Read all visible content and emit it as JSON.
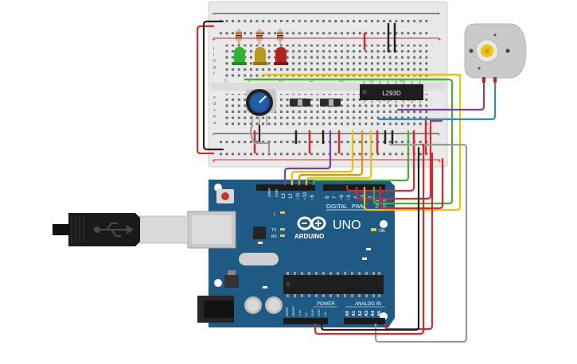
{
  "breadboard": {
    "row_letters_top": [
      "j",
      "i",
      "h",
      "g",
      "f"
    ],
    "row_letters_bottom": [
      "e",
      "d",
      "c",
      "b",
      "a"
    ],
    "column_numbers": [
      "1",
      "5",
      "10",
      "15",
      "20",
      "25",
      "30"
    ],
    "rail_plus": "+",
    "rail_minus": "-"
  },
  "chip": {
    "label": "L293D"
  },
  "arduino": {
    "logo_text": "ARDUINO",
    "model": "UNO",
    "digital_label": "DIGITAL",
    "pwm_label": "PWM",
    "analog_label": "ANALOG IN",
    "power_label": "POWER",
    "aref": "AREF",
    "gnd": "GND",
    "digital_pins": [
      "13",
      "12",
      "~11",
      "~10",
      "~9",
      "8",
      "7",
      "~6",
      "~5",
      "4",
      "~3",
      "2",
      "TX 1",
      "RX 0"
    ],
    "power_pins": [
      "IOREF",
      "RESET",
      "3.3V",
      "5V",
      "GND",
      "GND",
      "Vin"
    ],
    "analog_pins": [
      "A0",
      "A1",
      "A2",
      "A3",
      "A4",
      "A5"
    ],
    "led_labels": [
      "L",
      "TX",
      "RX"
    ],
    "on_label": "ON"
  },
  "colors": {
    "breadboard": "#e9e9e9",
    "arduino_board": "#1e5a84",
    "wire_red": "#d52b2b",
    "wire_black": "#222222",
    "wire_yellow": "#f2c200",
    "wire_orange": "#f08a00",
    "wire_green": "#4cae2e",
    "wire_purple": "#7b3fa0",
    "wire_blue": "#2a8fc7",
    "wire_gray": "#9a9a9a"
  }
}
